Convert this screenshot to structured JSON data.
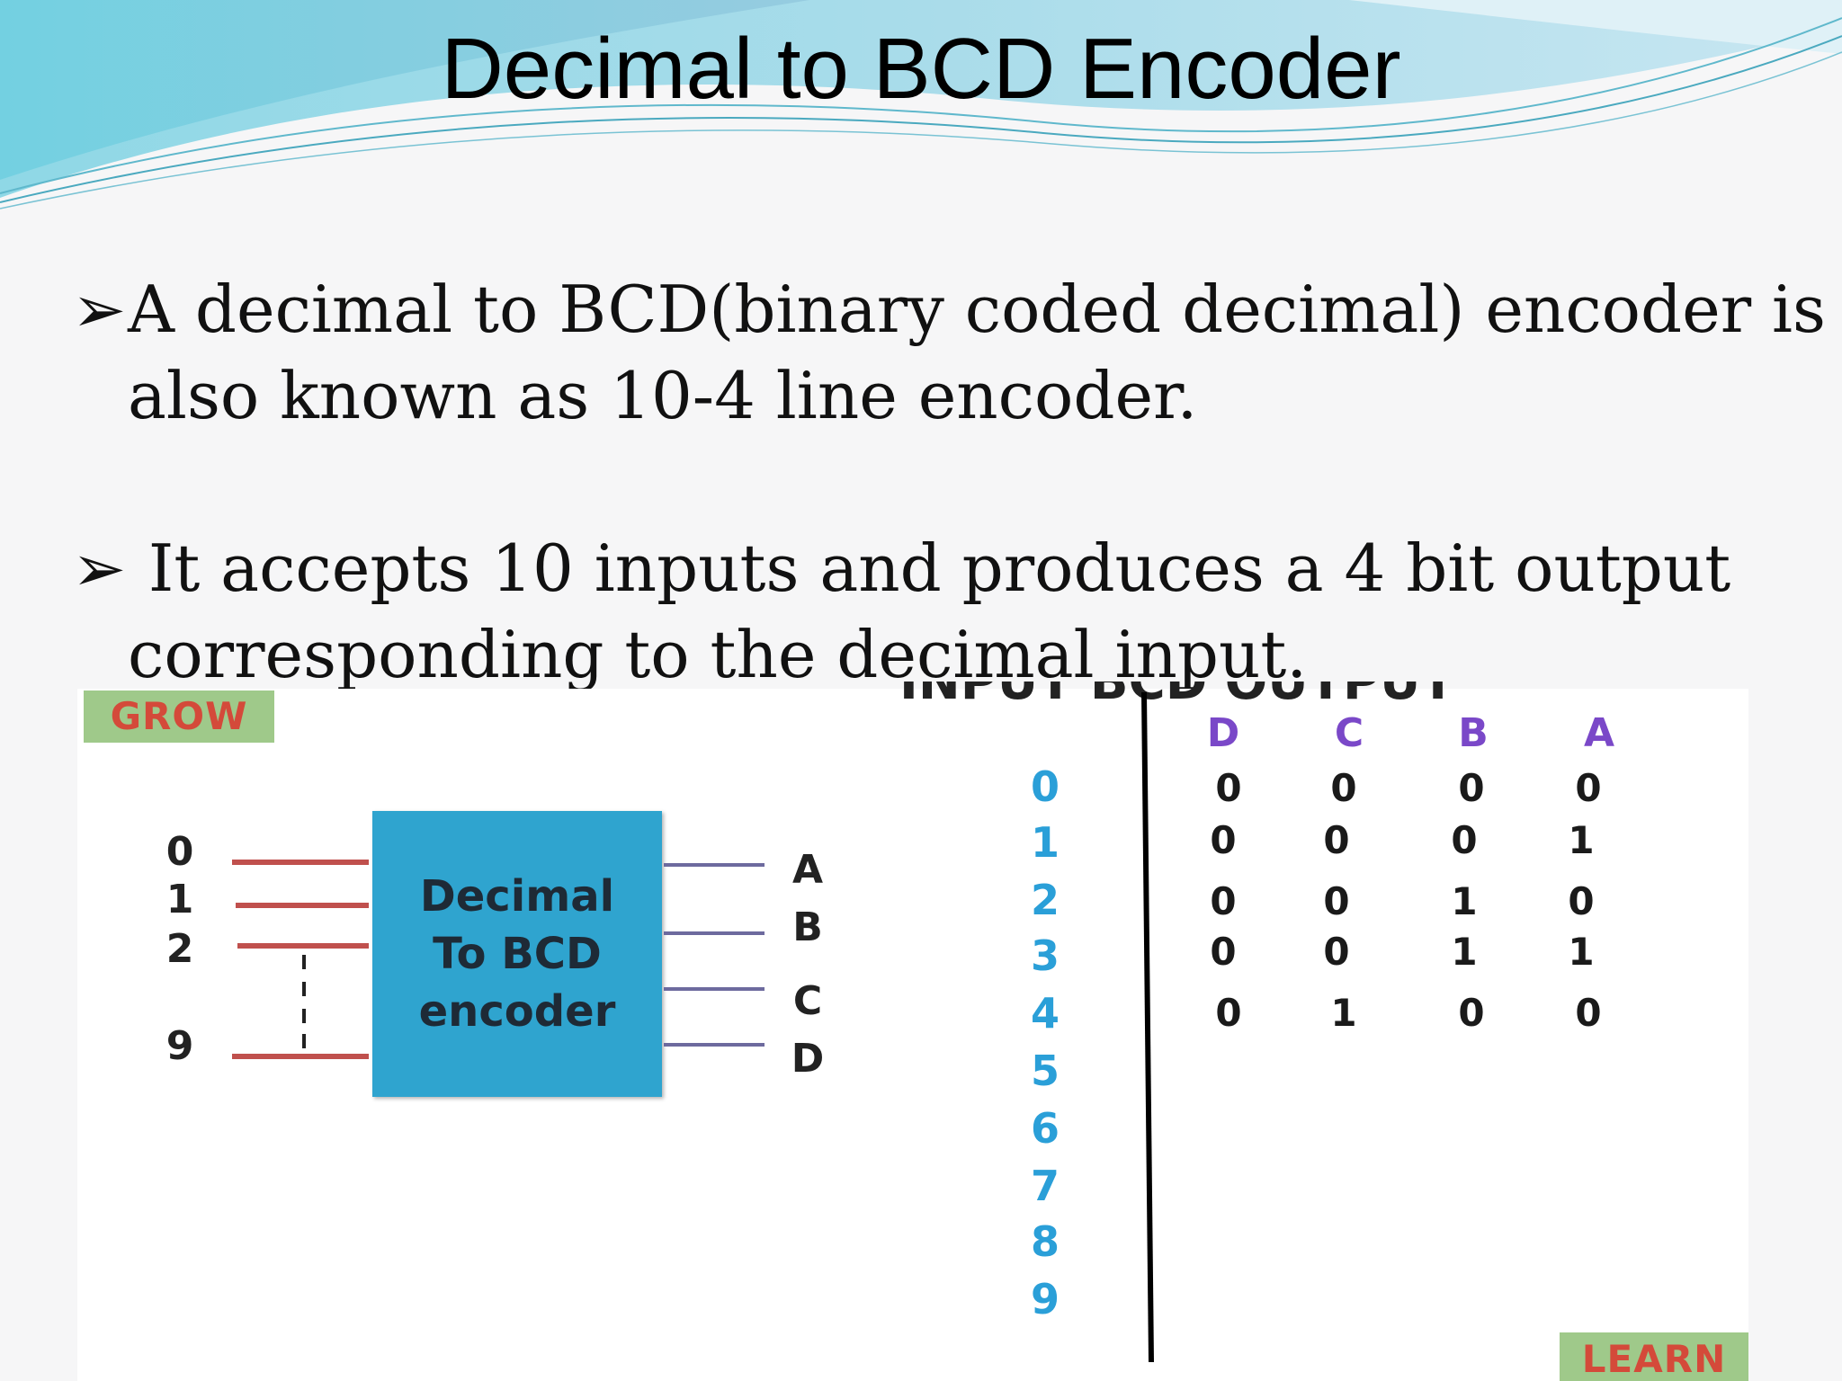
{
  "slide": {
    "title": "Decimal to BCD Encoder",
    "bullets": [
      {
        "marker": "➢",
        "lines": [
          "A decimal to BCD(binary coded decimal) encoder is",
          "also known as 10-4 line encoder."
        ]
      },
      {
        "marker": "➢",
        "lines": [
          " It accepts 10 inputs and produces a 4 bit output",
          "corresponding to the decimal input."
        ]
      }
    ]
  },
  "figure": {
    "badge_top": "GROW",
    "badge_bottom": "LEARN",
    "encoder_box_lines": [
      "Decimal",
      "To BCD",
      "encoder"
    ],
    "input_labels": [
      "0",
      "1",
      "2",
      "9"
    ],
    "output_labels": [
      "A",
      "B",
      "C",
      "D"
    ],
    "clipped_header": "INPUT   BCD OUTPUT",
    "table": {
      "column_headers": [
        "D",
        "C",
        "B",
        "A"
      ],
      "inputs": [
        "0",
        "1",
        "2",
        "3",
        "4",
        "5",
        "6",
        "7",
        "8",
        "9"
      ],
      "rows": [
        [
          "0",
          "0",
          "0",
          "0"
        ],
        [
          "0",
          "0",
          "0",
          "1"
        ],
        [
          "0",
          "0",
          "1",
          "0"
        ],
        [
          "0",
          "0",
          "1",
          "1"
        ],
        [
          "0",
          "1",
          "0",
          "0"
        ]
      ]
    }
  },
  "colors": {
    "input_line": "#c0504d",
    "output_line": "#6d6a9e",
    "encoder_box": "#2fa4cf",
    "column_header": "#7a48c8",
    "input_number": "#2a9fd8",
    "badge_bg": "#9fc98a",
    "badge_text": "#d44a3a"
  }
}
